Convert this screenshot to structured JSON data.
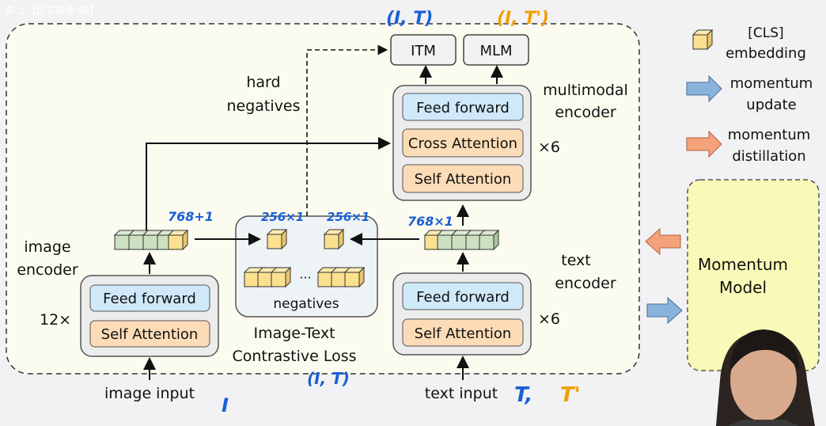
{
  "video_title": "讲·上【论文精读·46】",
  "colors": {
    "feed_forward": "#cfe9f9",
    "attention": "#fbdcb6",
    "cls_embedding": "#fbe08f",
    "token_embedding": "#cbe0c0",
    "momentum_update": "#8ab3dc",
    "momentum_distillation": "#f4a27a",
    "momentum_model": "#fafab8",
    "annotation_blue": "#1a5fd6",
    "annotation_orange": "#f0a000"
  },
  "heads": {
    "itm": "ITM",
    "mlm": "MLM"
  },
  "multimodal_encoder": {
    "label_line1": "multimodal",
    "label_line2": "encoder",
    "repeat": "×6",
    "feed_forward": "Feed forward",
    "cross_attention": "Cross Attention",
    "self_attention": "Self Attention"
  },
  "image_encoder": {
    "label_line1": "image",
    "label_line2": "encoder",
    "repeat": "12×",
    "feed_forward": "Feed forward",
    "self_attention": "Self Attention",
    "input": "image input"
  },
  "text_encoder": {
    "label_line1": "text",
    "label_line2": "encoder",
    "repeat": "×6",
    "feed_forward": "Feed forward",
    "self_attention": "Self Attention",
    "input": "text input"
  },
  "contrastive": {
    "negatives": "negatives",
    "ellipsis": "···",
    "label_line1": "Image-Text",
    "label_line2": "Contrastive Loss"
  },
  "hard_negatives": {
    "line1": "hard",
    "line2": "negatives"
  },
  "legend": {
    "cls_line1": "[CLS]",
    "cls_line2": "embedding",
    "update_line1": "momentum",
    "update_line2": "update",
    "distill_line1": "momentum",
    "distill_line2": "distillation"
  },
  "momentum_model": {
    "line1": "Momentum",
    "line2": "Model"
  },
  "annotations": {
    "itm_pair": "(I, T)",
    "mlm_pair": "(I, T')",
    "image_dim": "768+1",
    "image_proj": "256×1",
    "text_proj": "256×1",
    "text_dim": "768×1",
    "itc_pair": "(I, T)",
    "image_input": "I",
    "text_input_t": "T,",
    "text_input_tp": "T'"
  }
}
